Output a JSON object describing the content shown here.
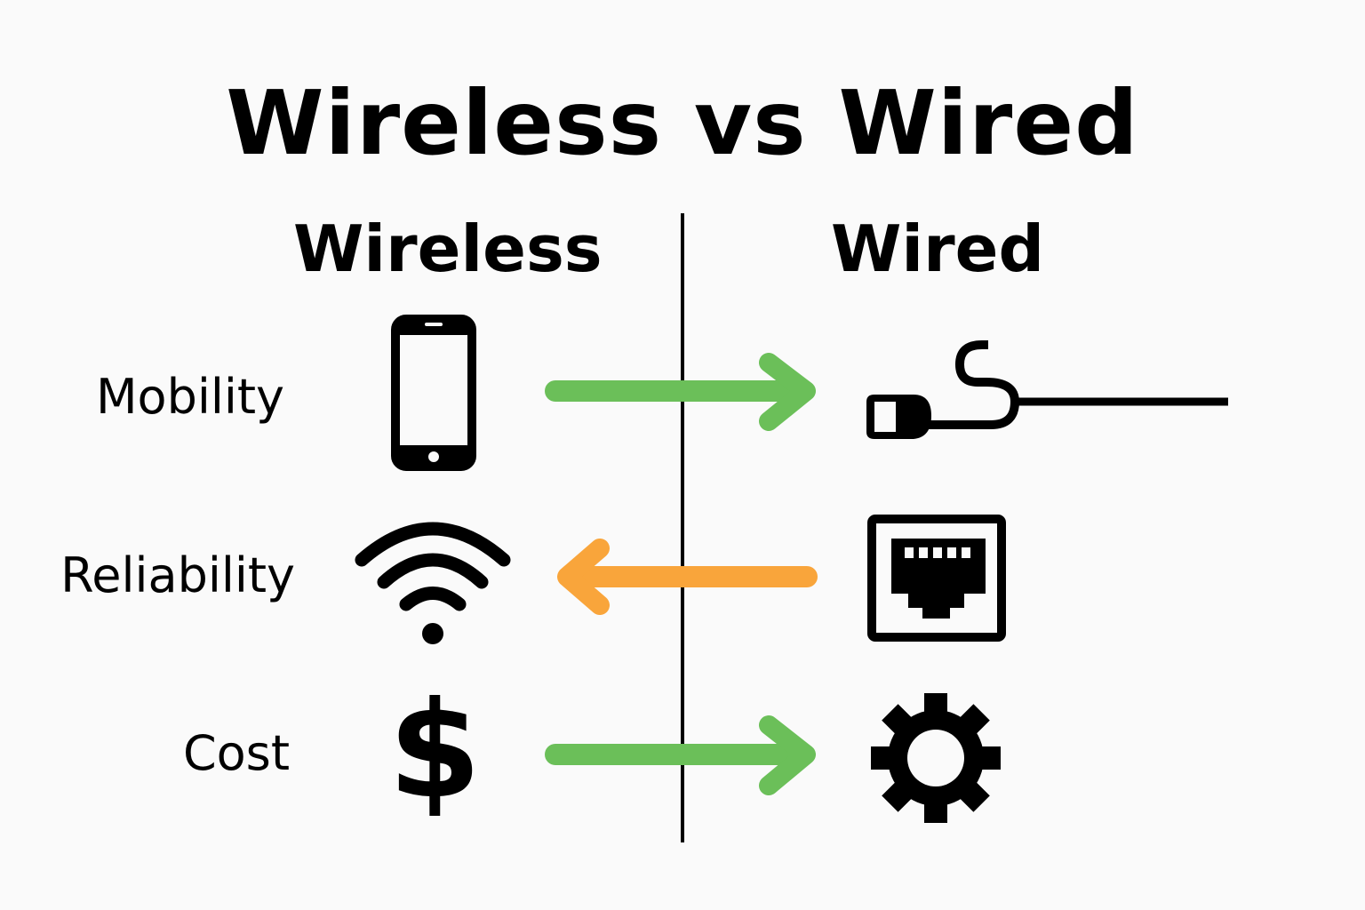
{
  "title": "Wireless vs Wired",
  "columns": {
    "left": "Wireless",
    "right": "Wired"
  },
  "rows": [
    {
      "label": "Mobility",
      "left_icon": "smartphone-icon",
      "right_icon": "ethernet-cable-icon",
      "arrow": "right",
      "arrow_color": "#6bbf59"
    },
    {
      "label": "Reliability",
      "left_icon": "wifi-icon",
      "right_icon": "ethernet-port-icon",
      "arrow": "left",
      "arrow_color": "#f9a53b"
    },
    {
      "label": "Cost",
      "left_icon": "dollar-icon",
      "right_icon": "gear-icon",
      "arrow": "right",
      "arrow_color": "#6bbf59"
    }
  ],
  "colors": {
    "background": "#fafafa",
    "green": "#6bbf59",
    "orange": "#f9a53b",
    "ink": "#000000"
  }
}
